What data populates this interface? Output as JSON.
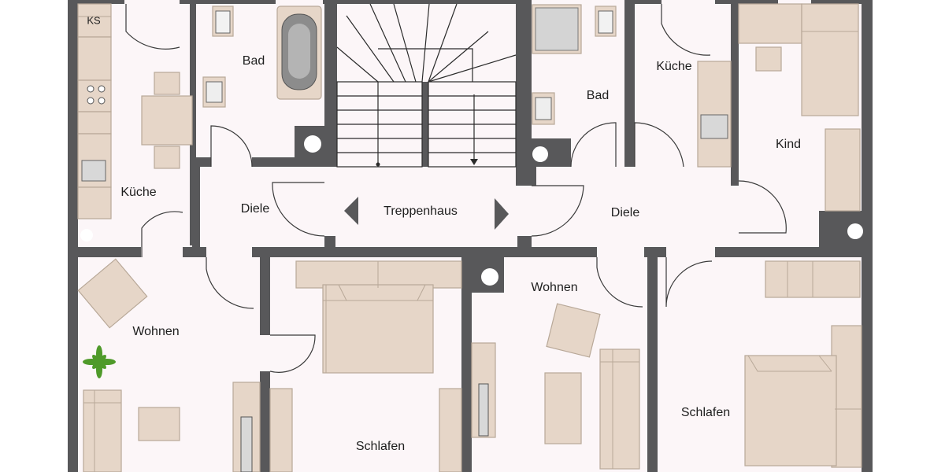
{
  "rooms": {
    "kueche_left": "Küche",
    "kueche_right": "Küche",
    "bad_left": "Bad",
    "bad_right": "Bad",
    "diele_left": "Diele",
    "diele_right": "Diele",
    "treppenhaus": "Treppenhaus",
    "kind": "Kind",
    "wohnen_left": "Wohnen",
    "wohnen_center": "Wohnen",
    "schlafen_center": "Schlafen",
    "schlafen_right": "Schlafen"
  },
  "fixtures": {
    "kuehlschrank": "KS"
  },
  "colors": {
    "wall": "#58585a",
    "floor": "#fcf6f8",
    "furniture": "#e6d6c8",
    "furniture_edge": "#b8a898",
    "plant": "#4f9a2a"
  }
}
